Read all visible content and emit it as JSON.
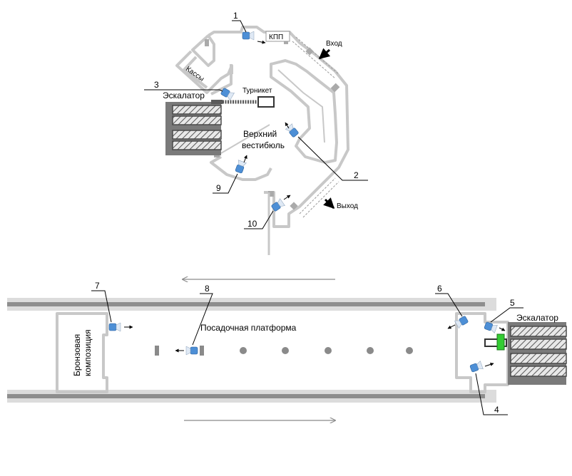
{
  "upper_vestibule": {
    "label_kpp": "КПП",
    "label_entrance": "Вход",
    "label_cashier": "Кассы",
    "label_escalator": "Эскалатор",
    "label_turnstile": "Турникет",
    "label_hall_line1": "Верхний",
    "label_hall_line2": "вестибюль",
    "label_exit": "Выход"
  },
  "platform": {
    "label_platform": "Посадочная платформа",
    "label_bronze_line1": "Бронзовая",
    "label_bronze_line2": "композиция",
    "label_escalator": "Эскалатор"
  },
  "cameras": [
    {
      "number": "1"
    },
    {
      "number": "2"
    },
    {
      "number": "3"
    },
    {
      "number": "4"
    },
    {
      "number": "5"
    },
    {
      "number": "6"
    },
    {
      "number": "7"
    },
    {
      "number": "8"
    },
    {
      "number": "9"
    },
    {
      "number": "10"
    }
  ],
  "colors": {
    "camera": "#4d8fd6",
    "walls": "#c8c8c8",
    "rails": "#8e8e8e",
    "gate_highlight": "#33cc33"
  },
  "icons": [
    "camera-icon",
    "direction-arrow-icon",
    "entrance-arrow-icon",
    "exit-arrow-icon",
    "turnstile-icon"
  ]
}
